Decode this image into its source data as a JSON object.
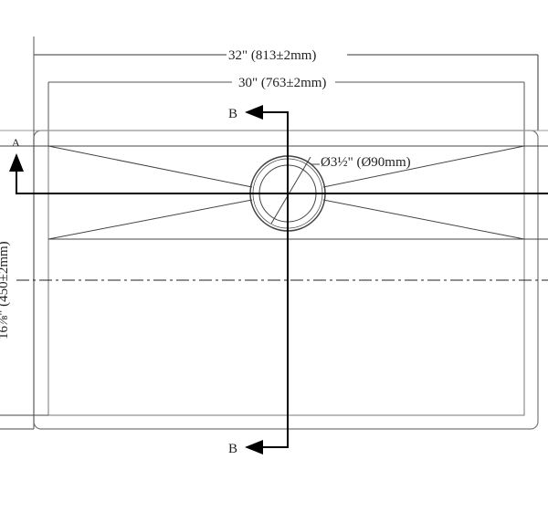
{
  "dimensions": {
    "outer_width": "32\" (813±2mm)",
    "inner_width": "30\" (763±2mm)",
    "depth": "16⅞\" (450±2mm)",
    "drain": "Ø3½\" (Ø90mm)"
  },
  "section_labels": {
    "a": "A",
    "b_top": "B",
    "b_bottom": "B"
  }
}
